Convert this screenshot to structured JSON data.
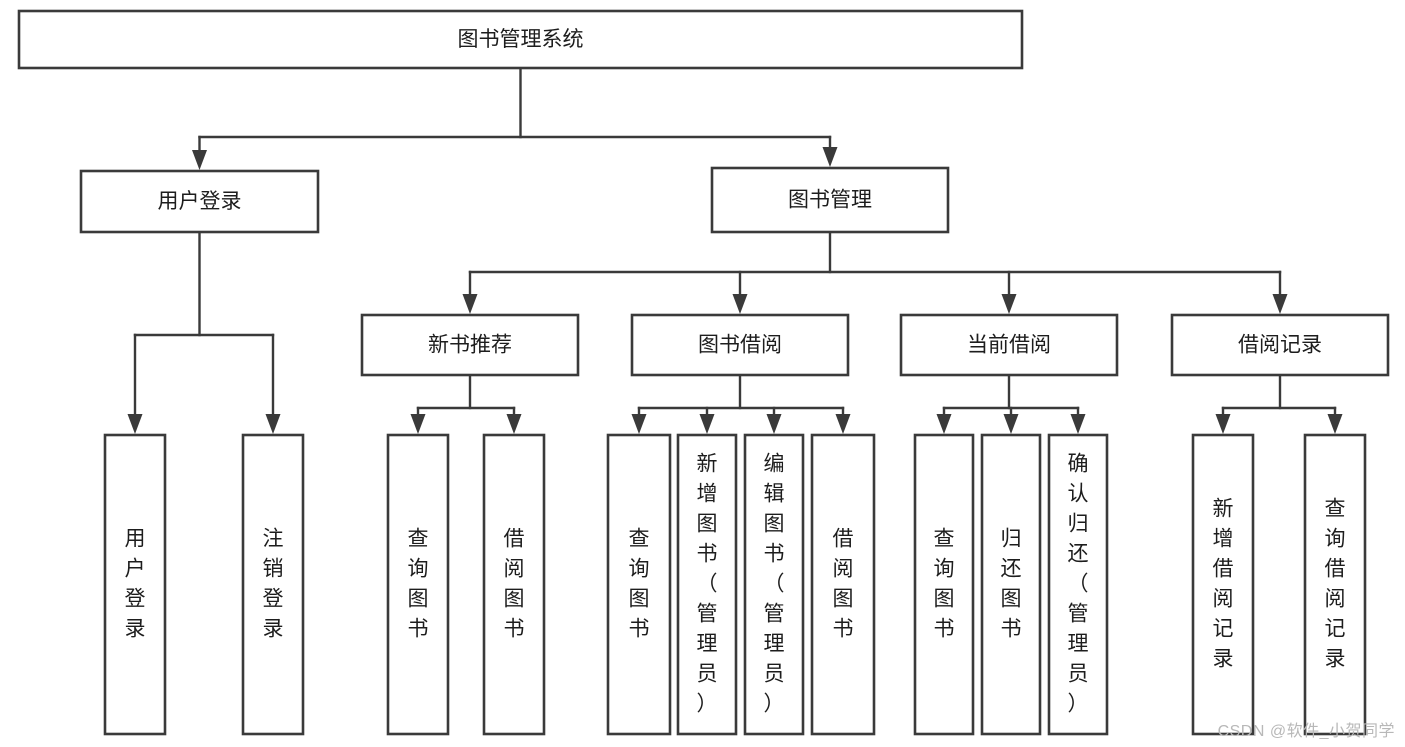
{
  "diagram": {
    "title": "图书管理系统",
    "type": "tree",
    "orientation": "top-down",
    "colors": {
      "stroke": "#3a3a3a",
      "fill": "#ffffff",
      "text": "#1d1d1d",
      "background": "#ffffff",
      "watermark": "#b8b8b8"
    },
    "nodes": {
      "root": {
        "label": "图书管理系统",
        "level": 0,
        "orientation": "horizontal"
      },
      "user_login": {
        "label": "用户登录",
        "level": 1,
        "orientation": "horizontal"
      },
      "book_manage": {
        "label": "图书管理",
        "level": 1,
        "orientation": "horizontal"
      },
      "new_book_rec": {
        "label": "新书推荐",
        "level": 2,
        "orientation": "horizontal"
      },
      "book_borrow": {
        "label": "图书借阅",
        "level": 2,
        "orientation": "horizontal"
      },
      "current_borrow": {
        "label": "当前借阅",
        "level": 2,
        "orientation": "horizontal"
      },
      "borrow_record": {
        "label": "借阅记录",
        "level": 2,
        "orientation": "horizontal"
      },
      "leaf_user_login": {
        "label": "用户登录",
        "level": 3,
        "orientation": "vertical"
      },
      "leaf_logout": {
        "label": "注销登录",
        "level": 3,
        "orientation": "vertical"
      },
      "leaf_query_book_1": {
        "label": "查询图书",
        "level": 3,
        "orientation": "vertical"
      },
      "leaf_borrow_book_1": {
        "label": "借阅图书",
        "level": 3,
        "orientation": "vertical"
      },
      "leaf_query_book_2": {
        "label": "查询图书",
        "level": 3,
        "orientation": "vertical"
      },
      "leaf_add_book": {
        "label": "新增图书（管理员）",
        "level": 3,
        "orientation": "vertical"
      },
      "leaf_edit_book": {
        "label": "编辑图书（管理员）",
        "level": 3,
        "orientation": "vertical"
      },
      "leaf_borrow_book_2": {
        "label": "借阅图书",
        "level": 3,
        "orientation": "vertical"
      },
      "leaf_query_book_3": {
        "label": "查询图书",
        "level": 3,
        "orientation": "vertical"
      },
      "leaf_return_book": {
        "label": "归还图书",
        "level": 3,
        "orientation": "vertical"
      },
      "leaf_confirm_return": {
        "label": "确认归还（管理员）",
        "level": 3,
        "orientation": "vertical"
      },
      "leaf_add_record": {
        "label": "新增借阅记录",
        "level": 3,
        "orientation": "vertical"
      },
      "leaf_query_record": {
        "label": "查询借阅记录",
        "level": 3,
        "orientation": "vertical"
      }
    },
    "edges": [
      {
        "from": "root",
        "to": "user_login"
      },
      {
        "from": "root",
        "to": "book_manage"
      },
      {
        "from": "book_manage",
        "to": "new_book_rec"
      },
      {
        "from": "book_manage",
        "to": "book_borrow"
      },
      {
        "from": "book_manage",
        "to": "current_borrow"
      },
      {
        "from": "book_manage",
        "to": "borrow_record"
      },
      {
        "from": "user_login",
        "to": "leaf_user_login"
      },
      {
        "from": "user_login",
        "to": "leaf_logout"
      },
      {
        "from": "new_book_rec",
        "to": "leaf_query_book_1"
      },
      {
        "from": "new_book_rec",
        "to": "leaf_borrow_book_1"
      },
      {
        "from": "book_borrow",
        "to": "leaf_query_book_2"
      },
      {
        "from": "book_borrow",
        "to": "leaf_add_book"
      },
      {
        "from": "book_borrow",
        "to": "leaf_edit_book"
      },
      {
        "from": "book_borrow",
        "to": "leaf_borrow_book_2"
      },
      {
        "from": "current_borrow",
        "to": "leaf_query_book_3"
      },
      {
        "from": "current_borrow",
        "to": "leaf_return_book"
      },
      {
        "from": "current_borrow",
        "to": "leaf_confirm_return"
      },
      {
        "from": "borrow_record",
        "to": "leaf_add_record"
      },
      {
        "from": "borrow_record",
        "to": "leaf_query_record"
      }
    ]
  },
  "watermark": {
    "text": "CSDN @软件_小贺同学"
  }
}
